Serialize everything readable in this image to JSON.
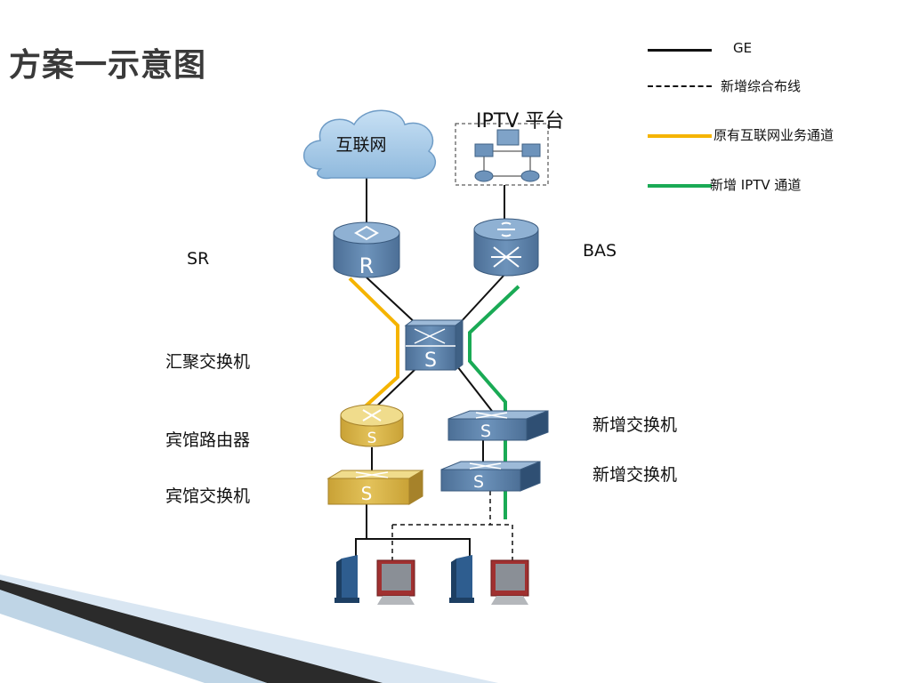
{
  "title": "方案一示意图",
  "legend": [
    {
      "label": "GE",
      "style": "solid",
      "color": "#111111"
    },
    {
      "label": "新增综合布线",
      "style": "dashed",
      "color": "#111111"
    },
    {
      "label": "原有互联网业务通道",
      "style": "solid",
      "color": "#f5b400"
    },
    {
      "label": "新增 IPTV 通道",
      "style": "solid",
      "color": "#1aaa55"
    }
  ],
  "nodes": {
    "internet": "互联网",
    "iptv_platform": "IPTV  平台",
    "sr_label": "SR",
    "bas_label": "BAS",
    "aggregation_switch": "汇聚交换机",
    "hotel_router": "宾馆路由器",
    "hotel_switch": "宾馆交换机",
    "new_switch_1": "新增交换机",
    "new_switch_2": "新增交换机"
  },
  "icon_glyphs": {
    "router": "R",
    "switch": "S"
  },
  "colors": {
    "device_blue": "#5b7fa6",
    "device_blue_top": "#7fa3c8",
    "device_gold": "#d9b545",
    "device_gold_top": "#ecd37a",
    "cloud": "#a9cbe8"
  }
}
